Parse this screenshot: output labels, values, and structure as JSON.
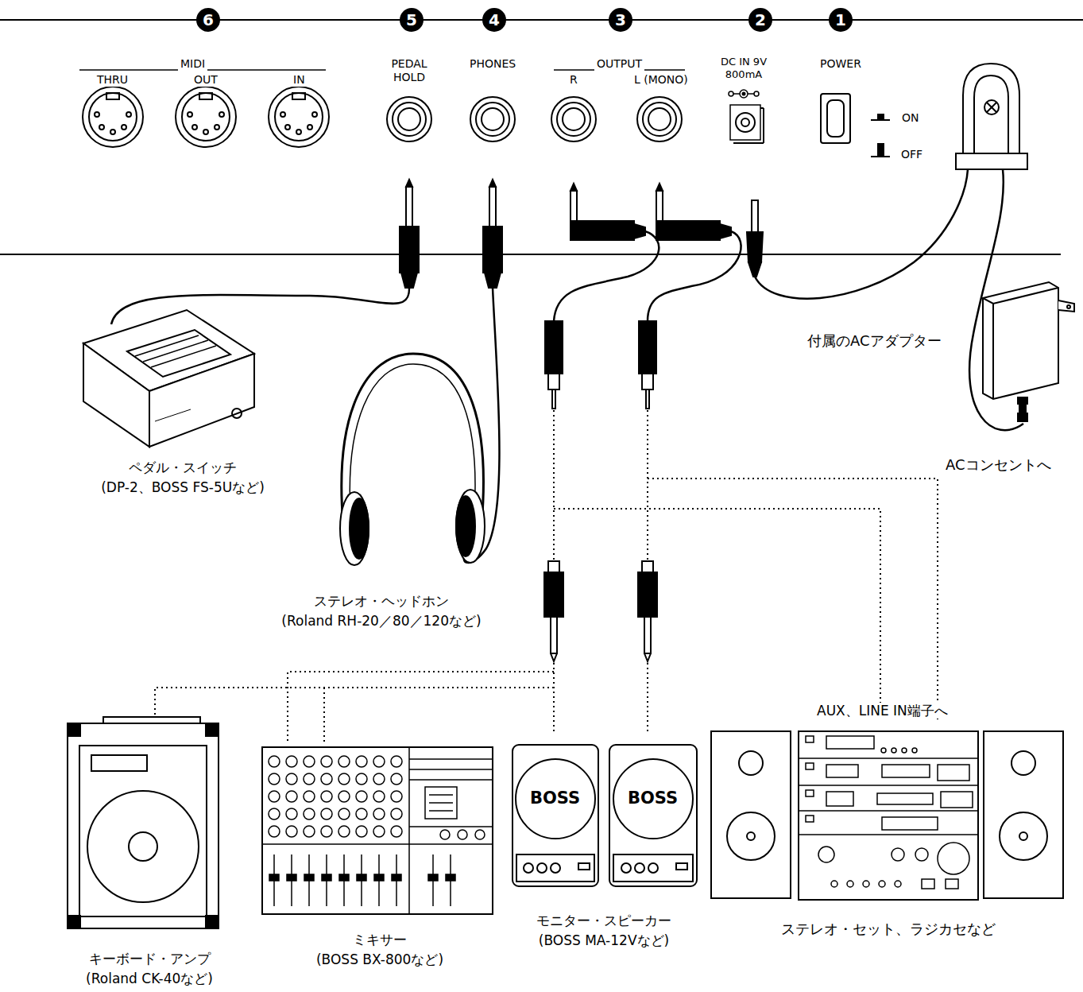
{
  "diagram": {
    "nodes": [
      {
        "text": [
          "ペダル・スイッチ",
          "(DP-2、BOSS FS-5Uなど)"
        ]
      },
      {
        "text": [
          "ステレオ・ヘッドホン",
          "(Roland RH-20／80／120など)"
        ]
      },
      {
        "text": [
          "キーボード・アンプ",
          "(Roland CK-40など)"
        ]
      },
      {
        "text": [
          "ミキサー",
          "(BOSS BX-800など)"
        ]
      },
      {
        "text": [
          "モニター・スピーカー",
          "(BOSS MA-12Vなど)"
        ]
      },
      {
        "text": [
          "ステレオ・セット、ラジカセなど"
        ]
      }
    ],
    "labels": [
      "6",
      "5",
      "4",
      "3",
      "2",
      "1",
      "MIDI",
      "THRU",
      "OUT",
      "IN",
      "PEDAL HOLD",
      "PHONES",
      "OUTPUT",
      "R",
      "L (MONO)",
      "DC IN 9V 800mA",
      "POWER",
      "ON",
      "OFF",
      "付属のACアダプター",
      "ACコンセントへ",
      "AUX、LINE IN端子へ",
      "BOSS",
      "BOSS"
    ]
  }
}
